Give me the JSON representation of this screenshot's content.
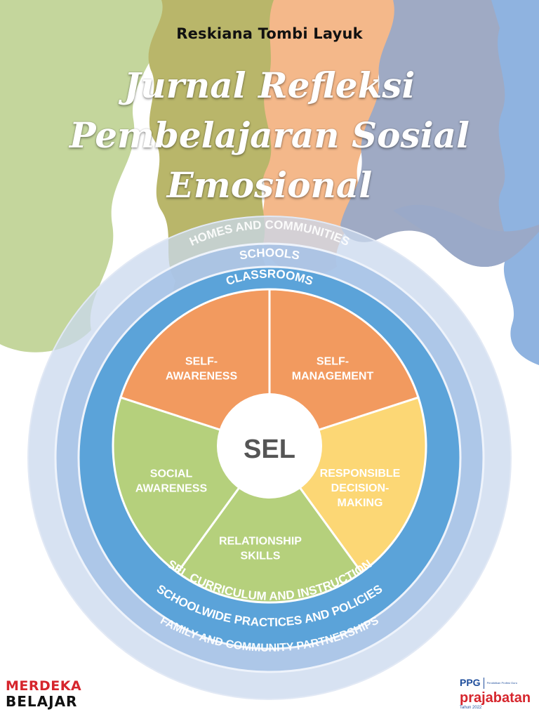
{
  "author": "Reskiana Tombi Layuk",
  "title_lines": [
    "Jurnal Refleksi",
    "Pembelajaran Sosial",
    "Emosional"
  ],
  "diagram": {
    "center": "SEL",
    "segments": [
      {
        "lines": [
          "SELF-",
          "AWARENESS"
        ],
        "color": "#f29a5f"
      },
      {
        "lines": [
          "SELF-",
          "MANAGEMENT"
        ],
        "color": "#f29a5f"
      },
      {
        "lines": [
          "RESPONSIBLE",
          "DECISION-",
          "MAKING"
        ],
        "color": "#fcd775"
      },
      {
        "lines": [
          "RELATIONSHIP",
          "SKILLS"
        ],
        "color": "#b5d07c"
      },
      {
        "lines": [
          "SOCIAL",
          "AWARENESS"
        ],
        "color": "#b5d07c"
      }
    ],
    "rings_top": [
      "HOMES AND COMMUNITIES",
      "SCHOOLS",
      "CLASSROOMS"
    ],
    "rings_bottom": [
      "SEL CURRICULUM AND INSTRUCTION",
      "SCHOOLWIDE PRACTICES AND POLICIES",
      "FAMILY AND COMMUNITY PARTNERSHIPS"
    ]
  },
  "logos": {
    "merdeka_line1": "MERDEKA",
    "merdeka_line2": "BELAJAR",
    "ppg": "PPG",
    "ppg_small": "Pendidikan Profesi Guru",
    "prajabatan": "prajabatan",
    "year": "Tahun 2022"
  }
}
